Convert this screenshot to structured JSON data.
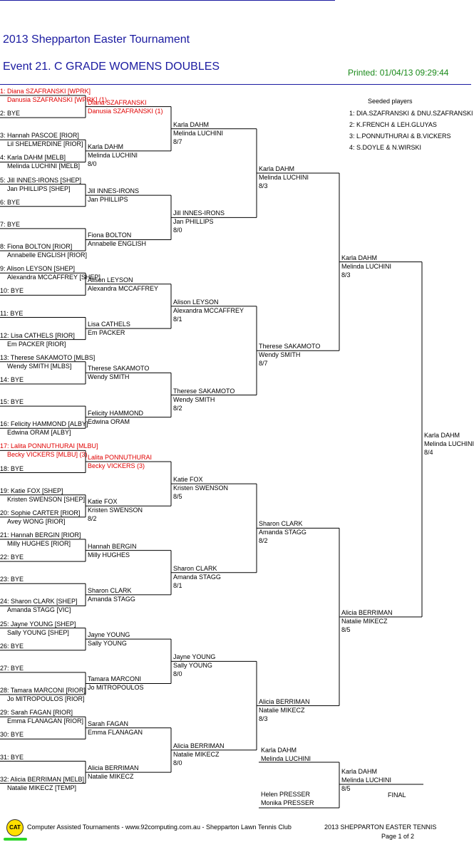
{
  "header": {
    "title": "2013 Shepparton Easter Tournament",
    "event": "Event 21. C GRADE WOMENS DOUBLES",
    "printed": "Printed: 01/04/13 09:29:44"
  },
  "seeded": {
    "title": "Seeded players",
    "items": [
      "1: DIA.SZAFRANSKI & DNU.SZAFRANSKI",
      "2: K.FRENCH & LEH.GLUYAS",
      "3: L.PONNUTHURAI & B.VICKERS",
      "4: S.DOYLE & N.WIRSKI"
    ]
  },
  "round1": [
    {
      "l1": "1: Diana SZAFRANSKI [WPRK]",
      "l2": "Danusia SZAFRANSKI [WPRK] (1)",
      "seeded": true
    },
    {
      "l1": "2: BYE",
      "l2": ""
    },
    {
      "l1": "3: Hannah PASCOE [RIOR]",
      "l2": "Lil SHELMERDINE [RIOR]"
    },
    {
      "l1": "4: Karla DAHM [MELB]",
      "l2": "Melinda LUCHINI [MELB]"
    },
    {
      "l1": "5: Jill INNES-IRONS [SHEP]",
      "l2": "Jan PHILLIPS [SHEP]"
    },
    {
      "l1": "6: BYE",
      "l2": ""
    },
    {
      "l1": "7: BYE",
      "l2": ""
    },
    {
      "l1": "8: Fiona BOLTON [RIOR]",
      "l2": "Annabelle ENGLISH [RIOR]"
    },
    {
      "l1": "9: Alison LEYSON [SHEP]",
      "l2": "Alexandra MCCAFFREY [SHEP]"
    },
    {
      "l1": "10: BYE",
      "l2": ""
    },
    {
      "l1": "11: BYE",
      "l2": ""
    },
    {
      "l1": "12: Lisa CATHELS [RIOR]",
      "l2": "Em PACKER [RIOR]"
    },
    {
      "l1": "13: Therese SAKAMOTO [MLBS]",
      "l2": "Wendy SMITH [MLBS]"
    },
    {
      "l1": "14: BYE",
      "l2": ""
    },
    {
      "l1": "15: BYE",
      "l2": ""
    },
    {
      "l1": "16: Felicity HAMMOND [ALBY]",
      "l2": "Edwina ORAM [ALBY]"
    },
    {
      "l1": "17: Lalita PONNUTHURAI [MLBU]",
      "l2": "Becky VICKERS [MLBU] (3)",
      "seeded": true
    },
    {
      "l1": "18: BYE",
      "l2": ""
    },
    {
      "l1": "19: Katie FOX [SHEP]",
      "l2": "Kristen SWENSON [SHEP]"
    },
    {
      "l1": "20: Sophie CARTER [RIOR]",
      "l2": "Avey WONG [RIOR]"
    },
    {
      "l1": "21: Hannah BERGIN [RIOR]",
      "l2": "Milly HUGHES [RIOR]"
    },
    {
      "l1": "22: BYE",
      "l2": ""
    },
    {
      "l1": "23: BYE",
      "l2": ""
    },
    {
      "l1": "24: Sharon CLARK [SHEP]",
      "l2": "Amanda STAGG [VIC]"
    },
    {
      "l1": "25: Jayne YOUNG [SHEP]",
      "l2": "Sally YOUNG [SHEP]"
    },
    {
      "l1": "26: BYE",
      "l2": ""
    },
    {
      "l1": "27: BYE",
      "l2": ""
    },
    {
      "l1": "28: Tamara MARCONI [RIOR]",
      "l2": "Jo MITROPOULOS [RIOR]"
    },
    {
      "l1": "29: Sarah FAGAN [RIOR]",
      "l2": "Emma FLANAGAN [RIOR]"
    },
    {
      "l1": "30: BYE",
      "l2": ""
    },
    {
      "l1": "31: BYE",
      "l2": ""
    },
    {
      "l1": "32: Alicia BERRIMAN [MELB]",
      "l2": "Natalie MIKECZ [TEMP]"
    }
  ],
  "round2": [
    {
      "l1": "Diana SZAFRANSKI",
      "l2": "Danusia SZAFRANSKI (1)",
      "score": "",
      "seeded": true
    },
    {
      "l1": "Karla DAHM",
      "l2": "Melinda LUCHINI",
      "score": "8/0"
    },
    {
      "l1": "Jill INNES-IRONS",
      "l2": "Jan PHILLIPS",
      "score": ""
    },
    {
      "l1": "Fiona BOLTON",
      "l2": "Annabelle ENGLISH",
      "score": ""
    },
    {
      "l1": "Alison LEYSON",
      "l2": "Alexandra MCCAFFREY",
      "score": ""
    },
    {
      "l1": "Lisa CATHELS",
      "l2": "Em PACKER",
      "score": ""
    },
    {
      "l1": "Therese SAKAMOTO",
      "l2": "Wendy SMITH",
      "score": ""
    },
    {
      "l1": "Felicity HAMMOND",
      "l2": "Edwina ORAM",
      "score": ""
    },
    {
      "l1": "Lalita PONNUTHURAI",
      "l2": "Becky VICKERS (3)",
      "score": "",
      "seeded": true
    },
    {
      "l1": "Katie FOX",
      "l2": "Kristen SWENSON",
      "score": "8/2"
    },
    {
      "l1": "Hannah BERGIN",
      "l2": "Milly HUGHES",
      "score": ""
    },
    {
      "l1": "Sharon CLARK",
      "l2": "Amanda STAGG",
      "score": ""
    },
    {
      "l1": "Jayne YOUNG",
      "l2": "Sally YOUNG",
      "score": ""
    },
    {
      "l1": "Tamara MARCONI",
      "l2": "Jo MITROPOULOS",
      "score": ""
    },
    {
      "l1": "Sarah FAGAN",
      "l2": "Emma FLANAGAN",
      "score": ""
    },
    {
      "l1": "Alicia BERRIMAN",
      "l2": "Natalie MIKECZ",
      "score": ""
    }
  ],
  "round3": [
    {
      "l1": "Karla DAHM",
      "l2": "Melinda LUCHINI",
      "score": "8/7"
    },
    {
      "l1": "Jill INNES-IRONS",
      "l2": "Jan PHILLIPS",
      "score": "8/0"
    },
    {
      "l1": "Alison LEYSON",
      "l2": "Alexandra MCCAFFREY",
      "score": "8/1"
    },
    {
      "l1": "Therese SAKAMOTO",
      "l2": "Wendy SMITH",
      "score": "8/2"
    },
    {
      "l1": "Katie FOX",
      "l2": "Kristen SWENSON",
      "score": "8/5"
    },
    {
      "l1": "Sharon CLARK",
      "l2": "Amanda STAGG",
      "score": "8/1"
    },
    {
      "l1": "Jayne YOUNG",
      "l2": "Sally YOUNG",
      "score": "8/0"
    },
    {
      "l1": "Alicia BERRIMAN",
      "l2": "Natalie MIKECZ",
      "score": "8/0"
    }
  ],
  "round4": [
    {
      "l1": "Karla DAHM",
      "l2": "Melinda LUCHINI",
      "score": "8/3"
    },
    {
      "l1": "Therese SAKAMOTO",
      "l2": "Wendy SMITH",
      "score": "8/7"
    },
    {
      "l1": "Sharon CLARK",
      "l2": "Amanda STAGG",
      "score": "8/2"
    },
    {
      "l1": "Alicia BERRIMAN",
      "l2": "Natalie MIKECZ",
      "score": "8/3"
    }
  ],
  "round5": [
    {
      "l1": "Karla DAHM",
      "l2": "Melinda LUCHINI",
      "score": "8/3"
    },
    {
      "l1": "Alicia BERRIMAN",
      "l2": "Natalie MIKECZ",
      "score": "8/5"
    }
  ],
  "round6": [
    {
      "l1": "Karla DAHM",
      "l2": "Melinda LUCHINI",
      "score": "8/4"
    }
  ],
  "playoff": {
    "entries": [
      {
        "l1": "Karla DAHM",
        "l2": "Melinda LUCHINI"
      },
      {
        "l1": "Helen PRESSER",
        "l2": "Monika PRESSER"
      }
    ],
    "winner": {
      "l1": "Karla DAHM",
      "l2": "Melinda LUCHINI",
      "score": "8/5"
    },
    "label": "FINAL"
  },
  "footer": {
    "logo": "CAT",
    "left": "Computer Assisted Tournaments - www.92computing.com.au  -  Shepparton Lawn Tennis Club",
    "right_title": "2013 SHEPPARTON EASTER TENNIS",
    "page": "Page 1 of 2"
  },
  "colors": {
    "header": "#1a1aa0",
    "printed": "#1a8a1a",
    "seeded": "#e00000",
    "logo": "#ffdf00",
    "logo_bar": "#2bd62b"
  }
}
